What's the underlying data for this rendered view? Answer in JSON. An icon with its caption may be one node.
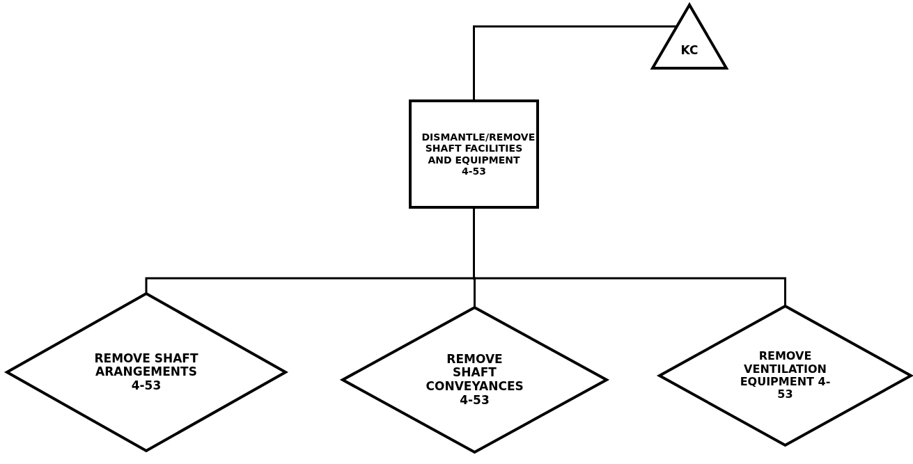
{
  "diagram": {
    "nodes": [
      {
        "text": [
          "KC"
        ]
      },
      {
        "text": [
          "DISMANTLE/REMOVE SHAFT FACILITIES AND EQUIPMENT 4-53"
        ]
      },
      {
        "text": [
          "REMOVE SHAFT ARANGEMENTS 4-53"
        ]
      },
      {
        "text": [
          "REMOVE SHAFT CONVEYANCES 4-53"
        ]
      },
      {
        "text": [
          "REMOVE VENTILATION EQUIPMENT 4-53"
        ]
      }
    ],
    "edges": [
      {
        "from": 0,
        "to": 1,
        "arrow": "none"
      },
      {
        "from": 1,
        "to": 2,
        "arrow": "none"
      },
      {
        "from": 1,
        "to": 3,
        "arrow": "none"
      },
      {
        "from": 1,
        "to": 4,
        "arrow": "none"
      }
    ]
  }
}
